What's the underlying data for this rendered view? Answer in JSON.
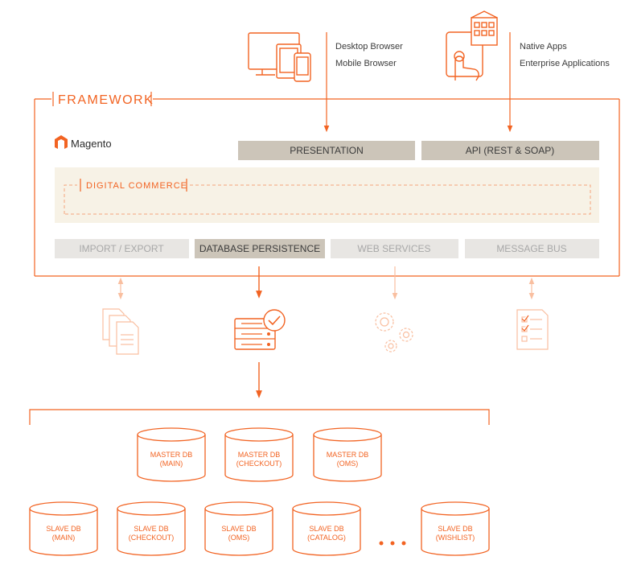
{
  "clients": {
    "left": {
      "line1": "Desktop Browser",
      "line2": "Mobile Browser",
      "icon": "devices-icon"
    },
    "right": {
      "line1": "Native Apps",
      "line2": "Enterprise Applications",
      "icon": "touch-app-icon"
    }
  },
  "framework": {
    "title": "FRAMEWORK",
    "logo_text": "Magento"
  },
  "layers": {
    "presentation": "PRESENTATION",
    "api": "API (REST & SOAP)",
    "digital_commerce": "DIGITAL COMMERCE"
  },
  "services": {
    "import_export": "IMPORT / EXPORT",
    "database_persistence": "DATABASE PERSISTENCE",
    "web_services": "WEB SERVICES",
    "message_bus": "MESSAGE BUS"
  },
  "master_dbs": [
    {
      "line1": "MASTER DB",
      "line2": "(MAIN)"
    },
    {
      "line1": "MASTER DB",
      "line2": "(CHECKOUT)"
    },
    {
      "line1": "MASTER DB",
      "line2": "(OMS)"
    }
  ],
  "slave_dbs": [
    {
      "line1": "SLAVE DB",
      "line2": "(MAIN)"
    },
    {
      "line1": "SLAVE DB",
      "line2": "(CHECKOUT)"
    },
    {
      "line1": "SLAVE DB",
      "line2": "(OMS)"
    },
    {
      "line1": "SLAVE DB",
      "line2": "(CATALOG)"
    },
    {
      "line1": "SLAVE DB",
      "line2": "(WISHLIST)"
    }
  ],
  "colors": {
    "accent": "#f26322",
    "accent_light": "#f9bfa0",
    "bar_active": "#ccc5b9",
    "bar_inactive": "#e8e6e3",
    "commerce_bg": "#f7f2e6",
    "text_dark": "#3b3b3b",
    "text_muted": "#a8a8a8"
  }
}
